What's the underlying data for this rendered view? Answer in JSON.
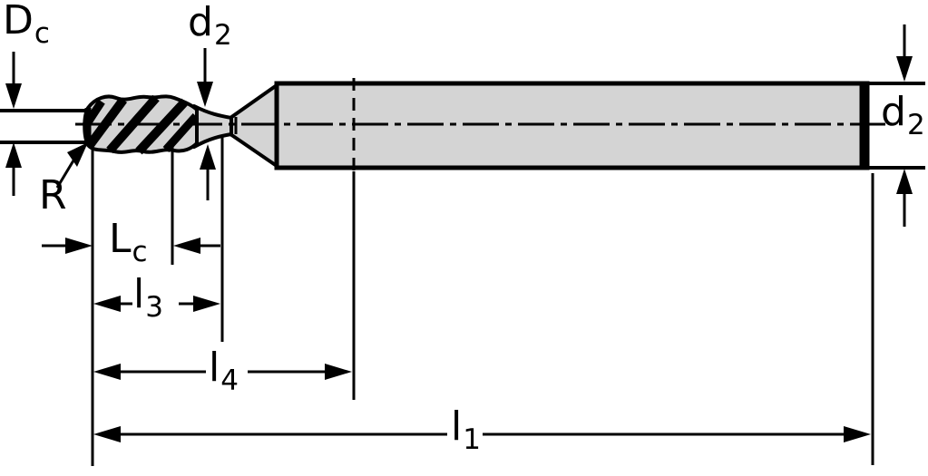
{
  "figure": {
    "type": "technical-dimension-drawing",
    "subject": "end mill cutter side view with dimension annotations",
    "labels": {
      "cutting_diameter": {
        "main": "D",
        "sub": "c"
      },
      "neck_diameter": {
        "main": "d",
        "sub": "2"
      },
      "corner_radius": {
        "main": "R",
        "sub": ""
      },
      "flute_length": {
        "main": "L",
        "sub": "c"
      },
      "length_l3": {
        "main": "l",
        "sub": "3"
      },
      "length_l4": {
        "main": "l",
        "sub": "4"
      },
      "overall_length": {
        "main": "l",
        "sub": "1"
      },
      "shank_diameter": {
        "main": "d",
        "sub": "2"
      }
    },
    "colors": {
      "line": "#000000",
      "body_fill": "#d4d4d4",
      "background": "#ffffff"
    }
  }
}
